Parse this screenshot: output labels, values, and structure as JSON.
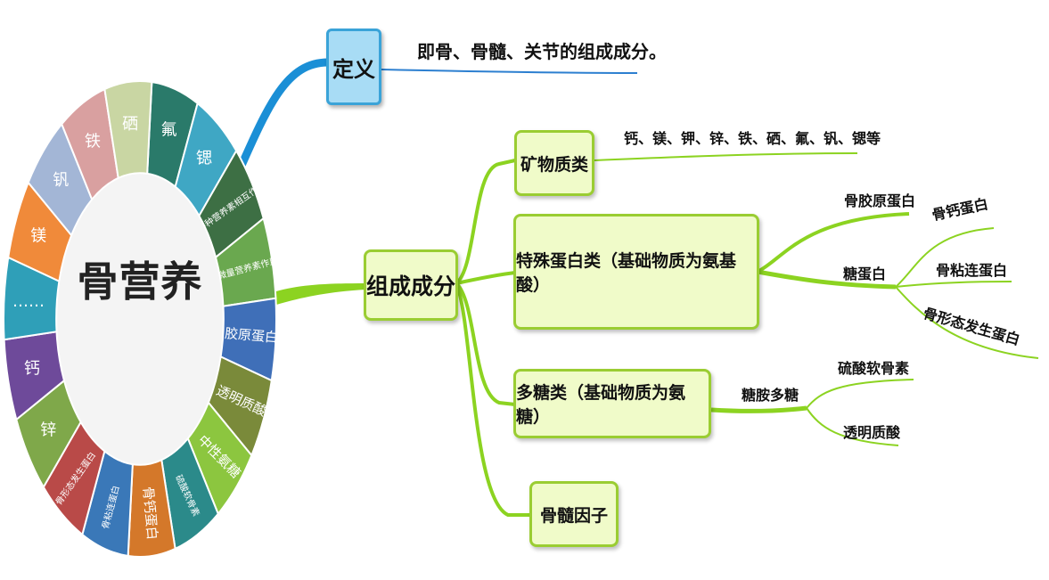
{
  "center": {
    "title": "骨营养"
  },
  "wheel": {
    "segments": [
      {
        "label": "氟",
        "color": "#2a7a6a"
      },
      {
        "label": "锶",
        "color": "#3fa7c4"
      },
      {
        "label": "多种营养素相互作用",
        "color": "#3d6f44"
      },
      {
        "label": "微量营养素作用",
        "color": "#6aa84f"
      },
      {
        "label": "胶原蛋白",
        "color": "#3f6fb8"
      },
      {
        "label": "透明质酸",
        "color": "#7a8a3a"
      },
      {
        "label": "中性氨糖",
        "color": "#8cc63f"
      },
      {
        "label": "硫酸软骨素",
        "color": "#2b8a8a"
      },
      {
        "label": "骨钙蛋白",
        "color": "#d4782a"
      },
      {
        "label": "骨粘连蛋白",
        "color": "#3a78b8"
      },
      {
        "label": "骨形态发生蛋白",
        "color": "#b94a48"
      },
      {
        "label": "锌",
        "color": "#7fa84a"
      },
      {
        "label": "钙",
        "color": "#6e4a9a"
      },
      {
        "label": "……",
        "color": "#2f9fb8"
      },
      {
        "label": "镁",
        "color": "#f08a3a"
      },
      {
        "label": "钒",
        "color": "#a3b6d6"
      },
      {
        "label": "铁",
        "color": "#d9a0a0"
      },
      {
        "label": "硒",
        "color": "#c9d6a3"
      }
    ]
  },
  "definition": {
    "label": "定义",
    "text": "即骨、骨髓、关节的组成成分。"
  },
  "composition": {
    "label": "组成成分",
    "branches": [
      {
        "label": "矿物质类",
        "detail": "钙、镁、钾、锌、铁、硒、氟、钒、锶等"
      },
      {
        "label": "特殊蛋白类（基础物质为氨基酸）",
        "children": [
          {
            "label": "骨胶原蛋白"
          },
          {
            "label": "糖蛋白",
            "children": [
              "骨钙蛋白",
              "骨粘连蛋白",
              "骨形态发生蛋白"
            ]
          }
        ]
      },
      {
        "label": "多糖类（基础物质为氨糖）",
        "children": [
          {
            "label": "糖胺多糖",
            "children": [
              "硫酸软骨素",
              "透明质酸"
            ]
          }
        ]
      },
      {
        "label": "骨髓因子"
      }
    ]
  },
  "colors": {
    "branch_green": "#8cd321",
    "definition_blue": "#1b8fd6",
    "line_blue": "#2c7fd0"
  }
}
